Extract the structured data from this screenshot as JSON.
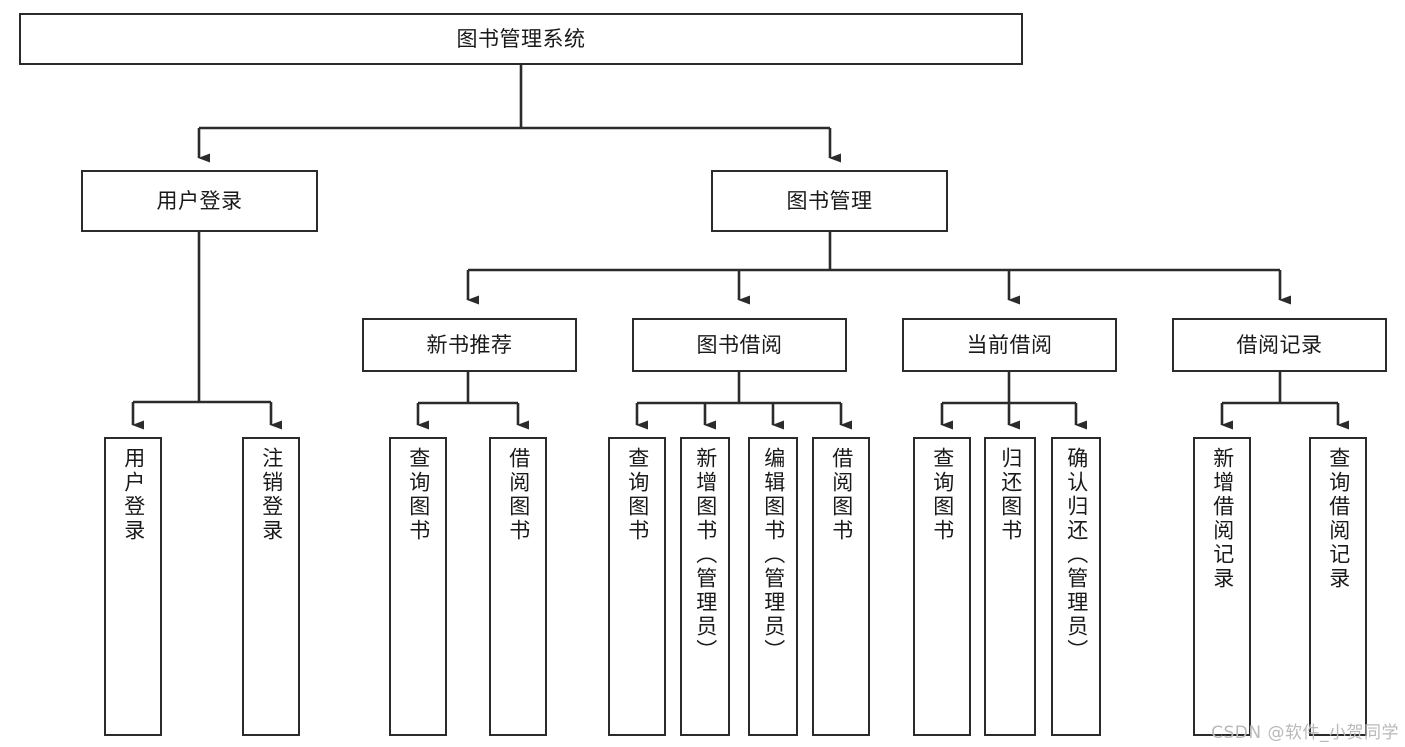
{
  "diagram": {
    "title": "图书管理系统",
    "type": "tree",
    "watermark": "CSDN @软件_小贺同学",
    "colors": {
      "stroke": "#2b2b2b",
      "fill": "#ffffff",
      "text": "#1a1a1a",
      "watermark": "#b9b9b9"
    }
  },
  "nodes": {
    "root": {
      "label": "图书管理系统"
    },
    "level2": [
      {
        "label": "用户登录"
      },
      {
        "label": "图书管理"
      }
    ],
    "level3": [
      {
        "label": "新书推荐"
      },
      {
        "label": "图书借阅"
      },
      {
        "label": "当前借阅"
      },
      {
        "label": "借阅记录"
      }
    ],
    "leaves": {
      "user_login": [
        {
          "label": "用户登录"
        },
        {
          "label": "注销登录"
        }
      ],
      "new_book": [
        {
          "label": "查询图书"
        },
        {
          "label": "借阅图书"
        }
      ],
      "book_borrow": [
        {
          "label": "查询图书"
        },
        {
          "label": "新增图书（管理员）"
        },
        {
          "label": "编辑图书（管理员）"
        },
        {
          "label": "借阅图书"
        }
      ],
      "current_borrow": [
        {
          "label": "查询图书"
        },
        {
          "label": "归还图书"
        },
        {
          "label": "确认归还（管理员）"
        }
      ],
      "borrow_record": [
        {
          "label": "新增借阅记录"
        },
        {
          "label": "查询借阅记录"
        }
      ]
    }
  }
}
